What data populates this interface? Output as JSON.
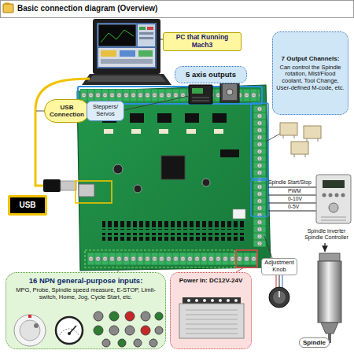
{
  "diagram": {
    "title": "Basic connection diagram (Overview)",
    "nodes": [
      {
        "text": [
          "PC that Running Mach3"
        ]
      },
      {
        "text": [
          "USB Connection"
        ]
      },
      {
        "text": [
          "5 axis outputs"
        ]
      },
      {
        "text": [
          "Steppers/ Servos"
        ]
      },
      {
        "text": [
          "7 Output Channels:",
          "Can control the Spindle rotation, Mist/Flood coolant, Tool Change, User-defined M-code, etc."
        ]
      },
      {
        "text": [
          "USB"
        ]
      },
      {
        "text": [
          "Spindle inverter Spindle Controller"
        ]
      },
      {
        "text": [
          "Adjustment Knob"
        ]
      },
      {
        "text": [
          "Spindle"
        ]
      },
      {
        "text": [
          "16 NPN general-purpose inputs:",
          "MPG, Probe, Spindle speed measure, E-STOP, Limit-switch, Home, Jog, Cycle Start, etc."
        ]
      },
      {
        "text": [
          "Power In: DC12V-24V"
        ]
      }
    ],
    "edges": [
      {
        "from": 6,
        "to": 8,
        "arrow": "to"
      }
    ],
    "labels": [
      "Spindle Start/Stop",
      "PWM",
      "0-10V",
      "0-5V"
    ]
  }
}
